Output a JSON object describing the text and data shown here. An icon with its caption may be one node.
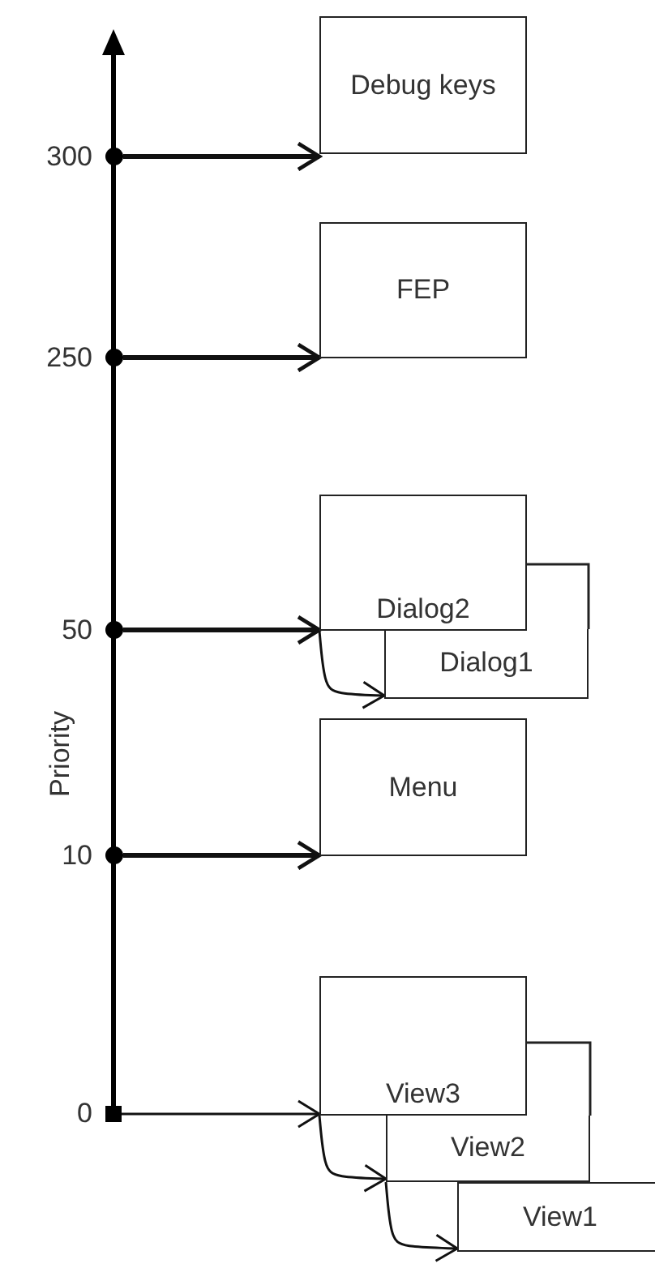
{
  "diagram": {
    "nodes": [
      {
        "text": [],
        "shape": "circle",
        "beside": [
          "300"
        ]
      },
      {
        "text": [
          "Debug keys"
        ]
      },
      {
        "text": [],
        "shape": "circle",
        "beside": [
          "250"
        ]
      },
      {
        "text": [
          "FEP"
        ]
      },
      {
        "text": [],
        "shape": "circle",
        "beside": [
          "50"
        ]
      },
      {
        "text": [
          "Dialog2"
        ]
      },
      {
        "text": [
          "Dialog1"
        ]
      },
      {
        "text": [],
        "shape": "circle",
        "beside": [
          "10"
        ]
      },
      {
        "text": [
          "Menu"
        ]
      },
      {
        "text": [],
        "shape": "box",
        "beside": [
          "0"
        ]
      },
      {
        "text": [
          "View3"
        ]
      },
      {
        "text": [
          "View2"
        ]
      },
      {
        "text": [
          "View1"
        ]
      }
    ],
    "edges": [
      {
        "from": 0,
        "to": 1,
        "arrow": "to",
        "style": "thick"
      },
      {
        "from": 2,
        "to": 3,
        "arrow": "to",
        "style": "thick"
      },
      {
        "from": 4,
        "to": 5,
        "arrow": "to",
        "style": "thick"
      },
      {
        "from": 5,
        "to": 6,
        "arrow": "to"
      },
      {
        "from": 7,
        "to": 8,
        "arrow": "to",
        "style": "thick"
      },
      {
        "from": 9,
        "to": 10,
        "arrow": "to"
      },
      {
        "from": 10,
        "to": 11,
        "arrow": "to"
      },
      {
        "from": 11,
        "to": 12,
        "arrow": "to"
      }
    ],
    "labels": [
      "Priority"
    ]
  }
}
